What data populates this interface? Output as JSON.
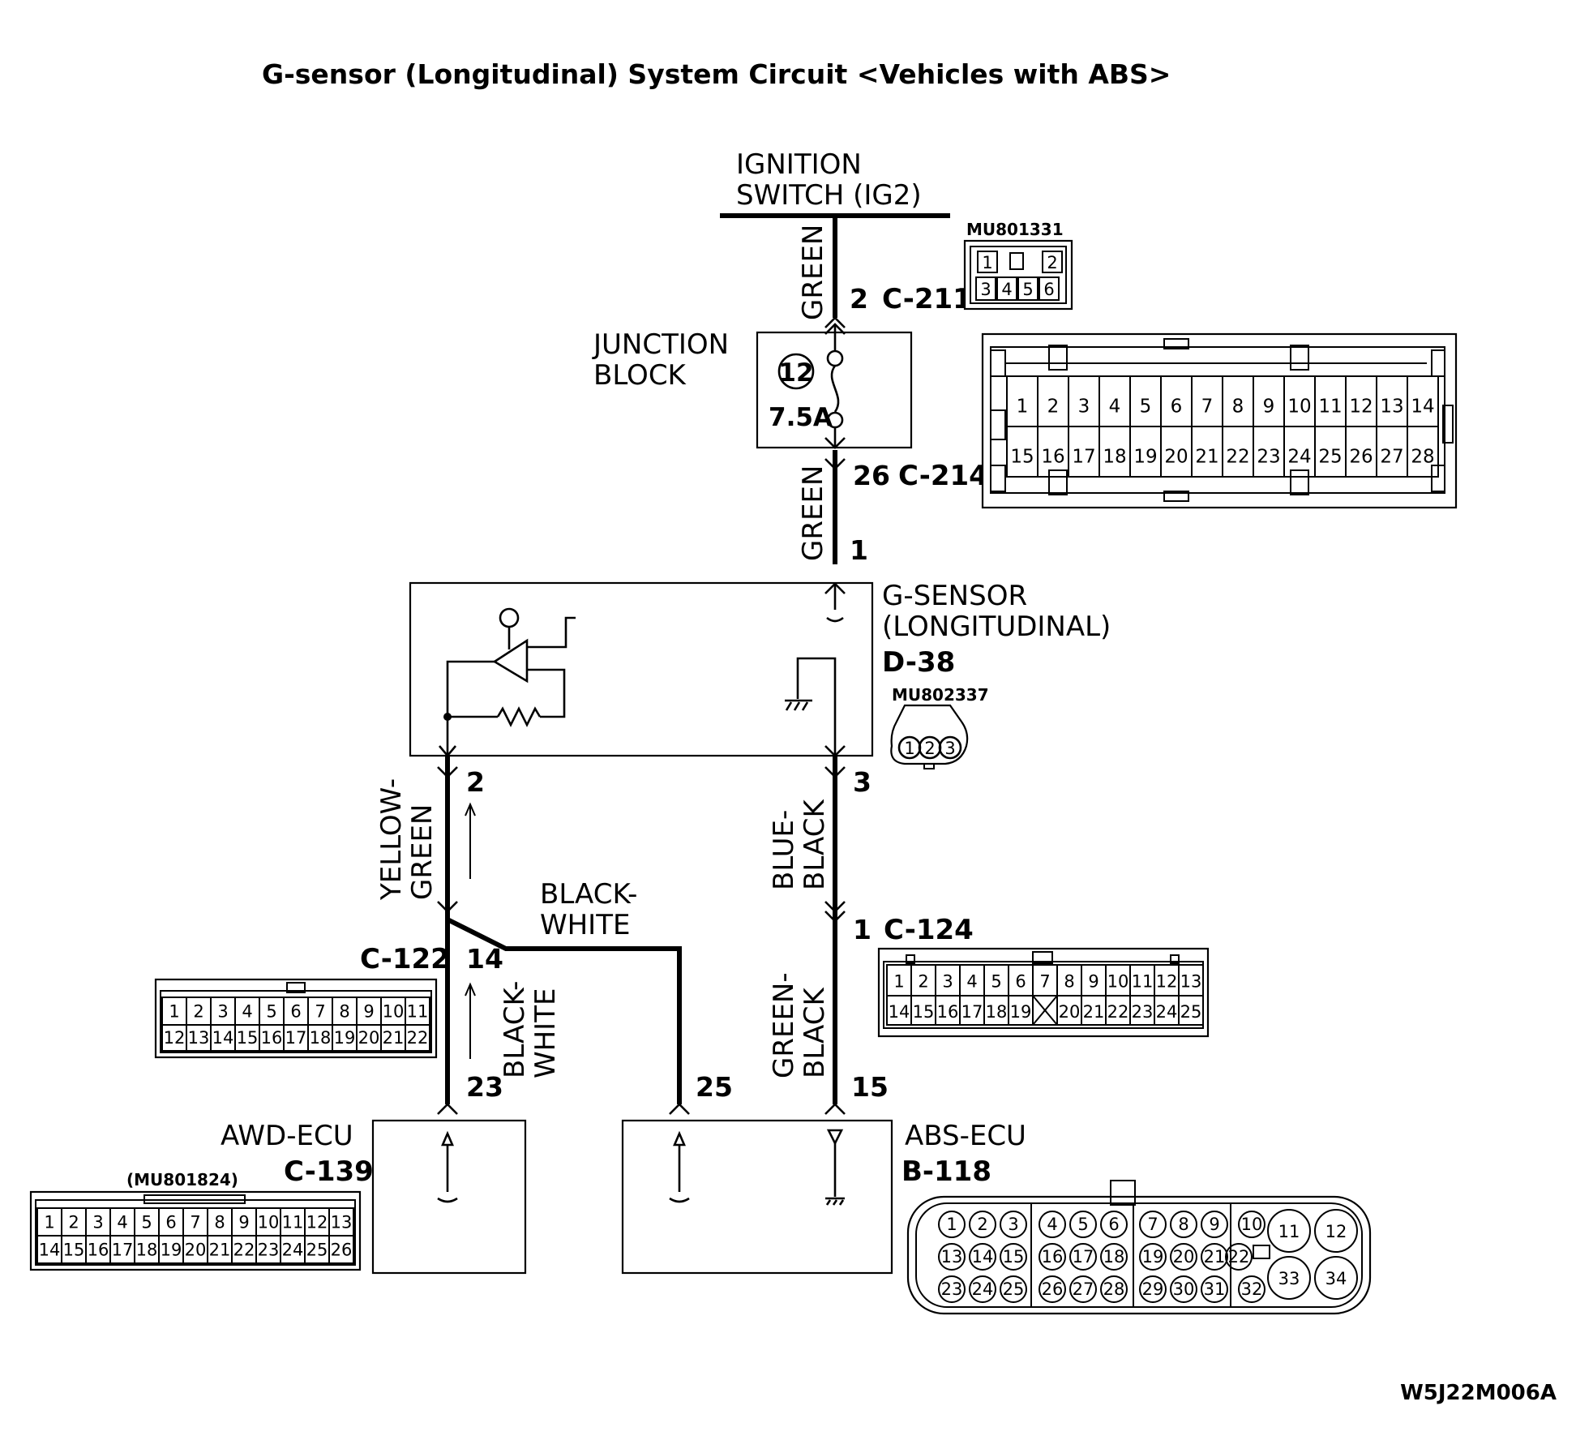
{
  "title": "G-sensor (Longitudinal) System Circuit <Vehicles with ABS>",
  "figure_id": "W5J22M006A",
  "ignition": {
    "line1": "IGNITION",
    "line2": "SWITCH (IG2)"
  },
  "junction_block": {
    "line1": "JUNCTION",
    "line2": "BLOCK",
    "fuse_no": "12",
    "fuse_rating": "7.5A"
  },
  "g_sensor": {
    "line1": "G-SENSOR",
    "line2": "(LONGITUDINAL)",
    "connector": "D-38",
    "part_no": "MU802337",
    "pins": [
      "1",
      "2",
      "3"
    ]
  },
  "awd_ecu": {
    "label": "AWD-ECU",
    "connector": "C-139",
    "part_no": "(MU801824)",
    "row1": [
      "1",
      "2",
      "3",
      "4",
      "5",
      "6",
      "7",
      "8",
      "9",
      "10",
      "11",
      "12",
      "13"
    ],
    "row2": [
      "14",
      "15",
      "16",
      "17",
      "18",
      "19",
      "20",
      "21",
      "22",
      "23",
      "24",
      "25",
      "26"
    ]
  },
  "abs_ecu": {
    "label": "ABS-ECU",
    "connector": "B-118",
    "row1": [
      "1",
      "2",
      "3",
      "4",
      "5",
      "6",
      "7",
      "8",
      "9",
      "10"
    ],
    "row2": [
      "13",
      "14",
      "15",
      "16",
      "17",
      "18",
      "19",
      "20",
      "21",
      "22"
    ],
    "row3": [
      "23",
      "24",
      "25",
      "26",
      "27",
      "28",
      "29",
      "30",
      "31",
      "32"
    ],
    "big": [
      "11",
      "12",
      "33",
      "34"
    ]
  },
  "c211": {
    "pin": "2",
    "id": "C-211",
    "part_no": "MU801331",
    "row1": [
      "1",
      "2"
    ],
    "row2": [
      "3",
      "4",
      "5",
      "6"
    ]
  },
  "c214": {
    "pin": "26",
    "id": "C-214",
    "row1": [
      "1",
      "2",
      "3",
      "4",
      "5",
      "6",
      "7",
      "8",
      "9",
      "10",
      "11",
      "12",
      "13",
      "14"
    ],
    "row2": [
      "15",
      "16",
      "17",
      "18",
      "19",
      "20",
      "21",
      "22",
      "23",
      "24",
      "25",
      "26",
      "27",
      "28"
    ]
  },
  "c124": {
    "pin": "1",
    "id": "C-124",
    "row1": [
      "1",
      "2",
      "3",
      "4",
      "5",
      "6",
      "7",
      "8",
      "9",
      "10",
      "11",
      "12",
      "13"
    ],
    "row2": [
      "14",
      "15",
      "16",
      "17",
      "18",
      "19",
      "20",
      "21",
      "22",
      "23",
      "24",
      "25"
    ]
  },
  "c122": {
    "pin": "14",
    "id": "C-122",
    "row1": [
      "1",
      "2",
      "3",
      "4",
      "5",
      "6",
      "7",
      "8",
      "9",
      "10",
      "11"
    ],
    "row2": [
      "12",
      "13",
      "14",
      "15",
      "16",
      "17",
      "18",
      "19",
      "20",
      "21",
      "22"
    ]
  },
  "pins": {
    "g1": "1",
    "g2": "2",
    "g3": "3",
    "awd23": "23",
    "abs25": "25",
    "abs15": "15"
  },
  "wires": {
    "green_top": "GREEN",
    "green_mid": "GREEN",
    "yg_1": "YELLOW-",
    "yg_2": "GREEN",
    "bw_h1": "BLACK-",
    "bw_h2": "WHITE",
    "bw_v1": "BLACK-",
    "bw_v2": "WHITE",
    "bb_1": "BLUE-",
    "bb_2": "BLACK",
    "gb_1": "GREEN-",
    "gb_2": "BLACK"
  }
}
